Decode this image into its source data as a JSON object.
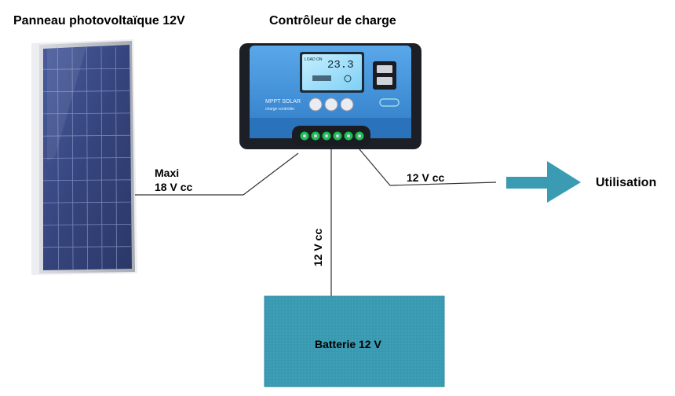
{
  "labels": {
    "panel": "Panneau photovoltaïque 12V",
    "controller": "Contrôleur de charge",
    "panel_max": "Maxi",
    "panel_voltage": "18 V cc",
    "output_voltage": "12 V cc",
    "usage": "Utilisation",
    "battery_voltage": "12 V cc",
    "battery": "Batterie 12 V"
  },
  "controller_device": {
    "lcd_reading": "23.3",
    "brand_line1": "MPPT SOLAR",
    "brand_line2": "charge controller",
    "lcd_tag": "LOAD ON"
  },
  "colors": {
    "panel_cell": "#3b4a86",
    "panel_frame": "#b9bcc4",
    "controller_body": "#3f8fd8",
    "controller_dark": "#1d1f27",
    "lcd": "#9fe0ff",
    "arrow": "#3a9bb3",
    "battery": "#3a9bb3",
    "wire": "#333333"
  },
  "icons": [
    "usb-port-icon",
    "arrow-right-icon",
    "terminal-screw-icon",
    "button-icon"
  ]
}
